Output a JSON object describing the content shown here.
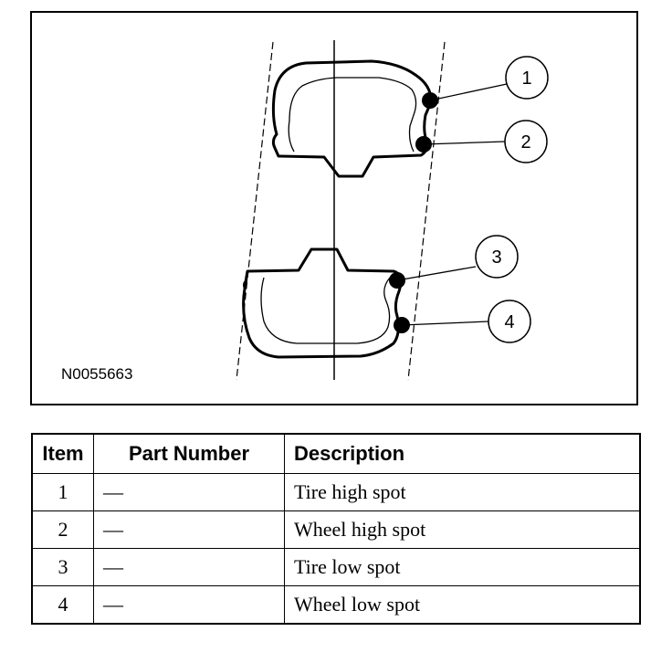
{
  "figure": {
    "id_text": "N0055663",
    "callouts": [
      "1",
      "2",
      "3",
      "4"
    ]
  },
  "table": {
    "headers": {
      "item": "Item",
      "part": "Part Number",
      "description": "Description"
    },
    "rows": [
      {
        "item": "1",
        "part": "—",
        "description": "Tire high spot"
      },
      {
        "item": "2",
        "part": "—",
        "description": "Wheel high spot"
      },
      {
        "item": "3",
        "part": "—",
        "description": "Tire low spot"
      },
      {
        "item": "4",
        "part": "—",
        "description": "Wheel low spot"
      }
    ]
  }
}
